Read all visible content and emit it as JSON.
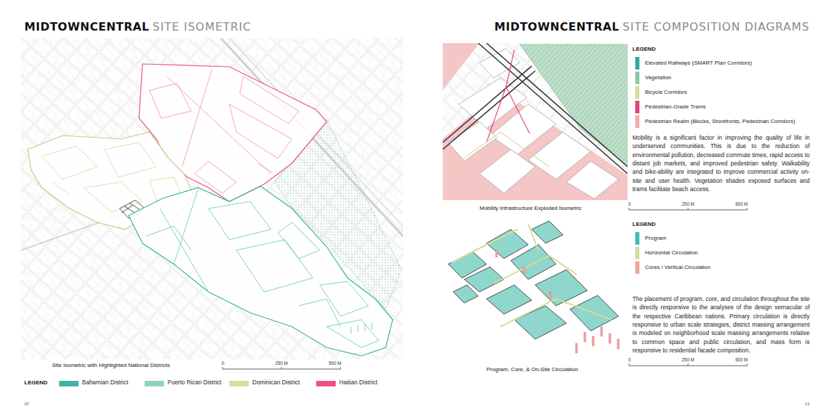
{
  "diagram": {
    "labels": [
      "MIDTOWNCENTRAL",
      "SITE ISOMETRIC",
      "Site Isometric with Highlighted National Districts",
      "0",
      "250 M",
      "500 M",
      "LEGEND",
      "20",
      "MIDTOWNCENTRAL",
      "SITE COMPOSITION DIAGRAMS",
      "LEGEND",
      "Mobility is a significant factor in improving the quality of life in underserved communities. This is due to the reduction of environmental pollution, decreased commute times, rapid access to distant job markets, and improved pedestrian safety. Walkability and bike-ability are integrated to improve commercial activity on-site and user health. Vegetation shades exposed surfaces and trams facilitate beach access.",
      "Mobility Infrastructure Exploded Isometric",
      "0",
      "250 M",
      "500 M",
      "LEGEND",
      "The placement of program, core, and circulation throughout the site is directly responsive to the analyses of the design vernacular of the respective Caribbean nations. Primary circulation is directly responsive to urban scale strategies, district massing arrangement is modeled on neighborhood scale massing arrangements relative to common space and public circulation, and mass form is responsive to residential facade composition.",
      "Program, Core, & On-Site Circulation",
      "0",
      "250 M",
      "500 M",
      "21"
    ],
    "legend": [
      {
        "text": "Bahamian District",
        "color": "#3bb5a6"
      },
      {
        "text": "Puerto Rican District",
        "color": "#8ed4b4"
      },
      {
        "text": "Dominican District",
        "color": "#dcdba0"
      },
      {
        "text": "Haitian District",
        "color": "#ee4f84"
      },
      {
        "text": "Elevated Railways (SMART Plan Corridors)",
        "color": "#2eab9c"
      },
      {
        "text": "Vegetation",
        "color": "#8cc9a6"
      },
      {
        "text": "Bicycle Corridors",
        "color": "#d7dba0"
      },
      {
        "text": "Pedestrian-Grade Trams",
        "color": "#e2417d"
      },
      {
        "text": "Pedestrian Realm (Blocks, Storefronts, Pedestrian Corridors)",
        "color": "#f4acac"
      },
      {
        "text": "Program",
        "color": "#3fbfb2"
      },
      {
        "text": "Horizontal Circulation",
        "color": "#d6dba2"
      },
      {
        "text": "Cores / Vertical Circulation",
        "color": "#f3a3a3"
      }
    ]
  }
}
